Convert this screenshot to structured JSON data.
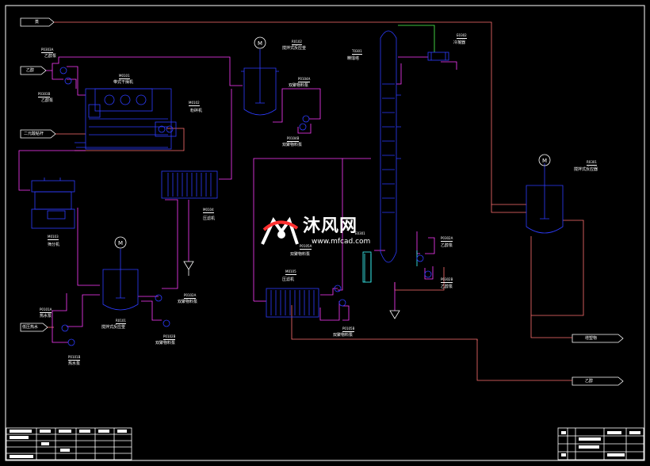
{
  "terminals": {
    "steam_in": "蒸",
    "ethanol_in": "乙醇",
    "diacid_in": "二元酸粘杆",
    "mp_water_in": "低压热水",
    "product_out": "增塑物",
    "ethanol_out": "乙醇"
  },
  "equipment": {
    "p0303a": {
      "tag": "P0303A",
      "name": "乙醇泵"
    },
    "p0303b": {
      "tag": "P0303B",
      "name": "乙醇泵"
    },
    "dryer": {
      "tag": "M0101",
      "name": "带式干燥机"
    },
    "crusher": {
      "tag": "M0102",
      "name": "粉碎机"
    },
    "r0102": {
      "tag": "R0102",
      "name": "搅拌式反应釜"
    },
    "p0104a": {
      "tag": "P0104A",
      "name": "双聚物料泵"
    },
    "p0104b": {
      "tag": "P0104B",
      "name": "双聚物料泵"
    },
    "mixer": {
      "tag": "M0103",
      "name": "筛分机"
    },
    "filter1": {
      "tag": "M0104",
      "name": "压滤机"
    },
    "r0101": {
      "tag": "R0101",
      "name": "搅拌式反应釜"
    },
    "p0102a": {
      "tag": "P0102A",
      "name": "双聚物料泵"
    },
    "p0102b": {
      "tag": "P0102B",
      "name": "双聚物料泵"
    },
    "p0101a": {
      "tag": "P0101A",
      "name": "热水泵"
    },
    "p0101b": {
      "tag": "P0101B",
      "name": "热水泵"
    },
    "tower": {
      "tag": "T0301",
      "name": "精馏塔"
    },
    "condenser": {
      "tag": "E0302",
      "name": "冷凝器"
    },
    "reboiler": {
      "tag": "E0301",
      "name": ""
    },
    "p0105a": {
      "tag": "P0105A",
      "name": "双聚物料泵"
    },
    "filter2": {
      "tag": "M0105",
      "name": "压滤机"
    },
    "p0105b": {
      "tag": "P0105B",
      "name": "双聚物料泵"
    },
    "p0302a": {
      "tag": "P0302A",
      "name": "乙醇泵"
    },
    "p0302b": {
      "tag": "P0302B",
      "name": "乙醇泵"
    },
    "r0301": {
      "tag": "R0301",
      "name": "搅拌式反应器"
    }
  },
  "watermark": {
    "brand": "沐风网",
    "url": "www.mfcad.com"
  },
  "colors": {
    "background": "#000000",
    "equipment": "#2d3cff",
    "process_line": "#ff3cff",
    "utility_line": "#ff7070",
    "aux_line": "#3cffff",
    "steam_line": "#50ff50",
    "text": "#ffffff"
  }
}
